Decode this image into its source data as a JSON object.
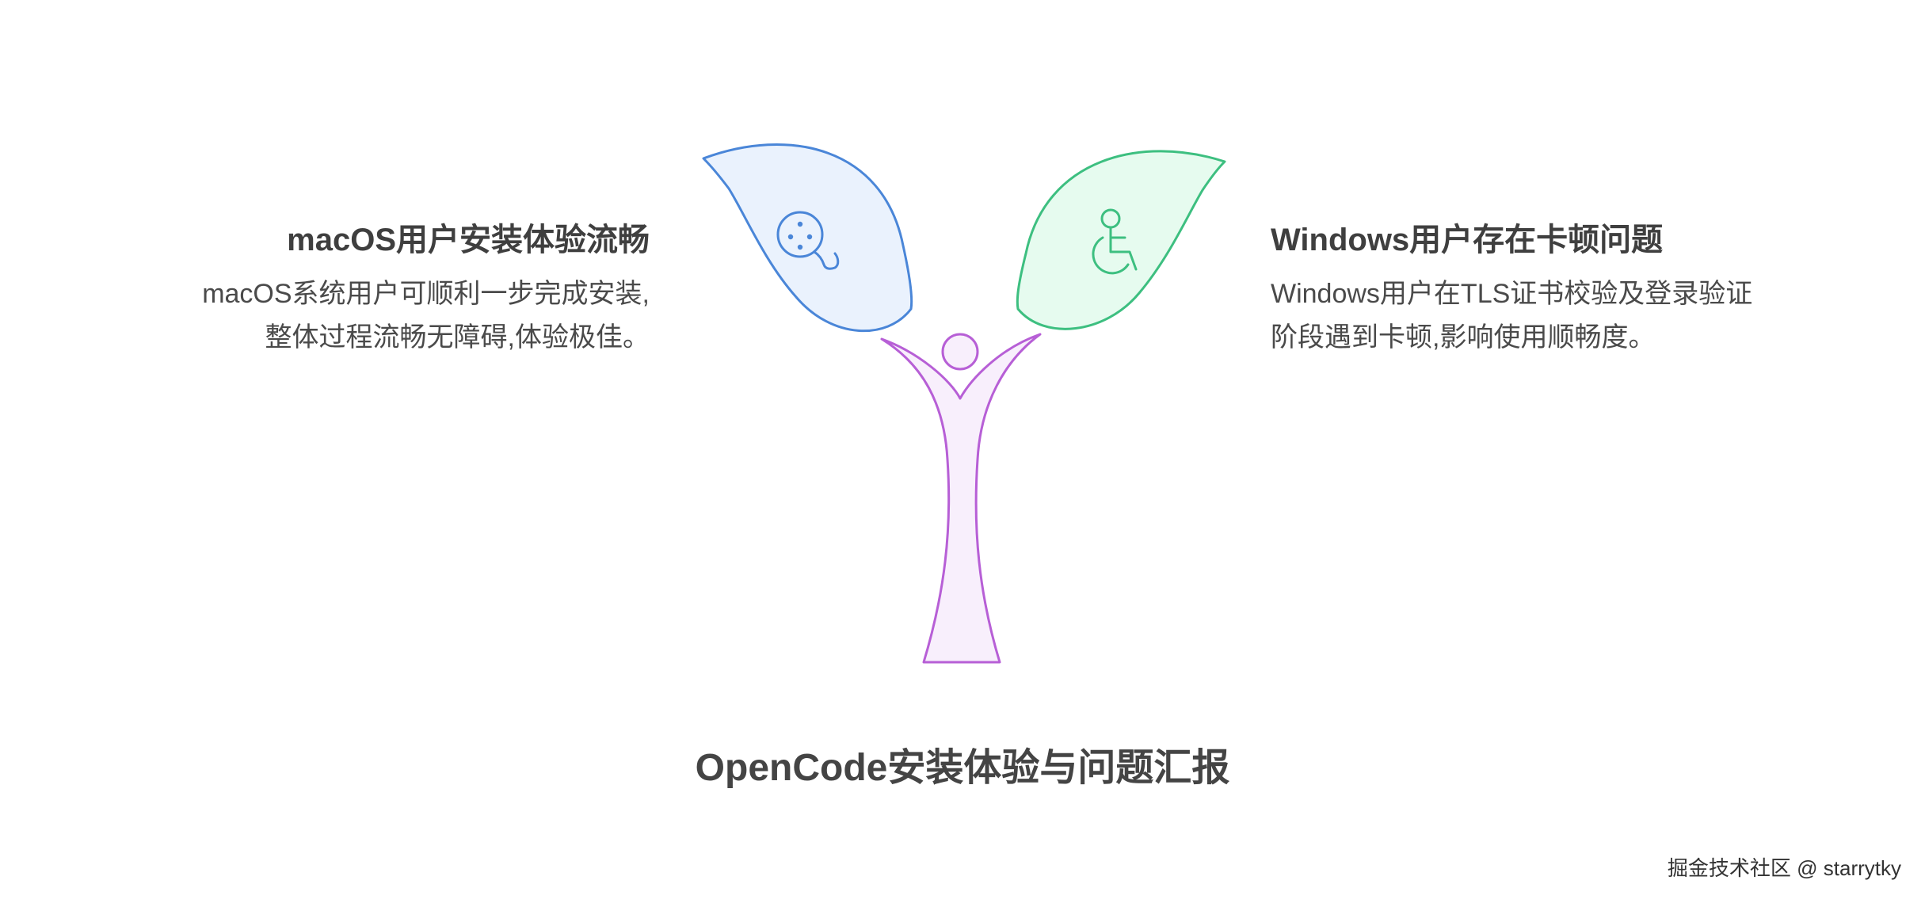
{
  "title": "OpenCode安装体验与问题汇报",
  "left": {
    "heading": "macOS用户安装体验流畅",
    "lines": [
      "macOS系统用户可顺利一步完成安装,",
      "整体过程流畅无障碍,体验极佳。"
    ]
  },
  "right": {
    "heading": "Windows用户存在卡顿问题",
    "lines": [
      "Windows用户在TLS证书校验及登录验证",
      "阶段遇到卡顿,影响使用顺畅度。"
    ]
  },
  "icons": {
    "left_leaf": "film-reel-icon",
    "right_leaf": "wheelchair-icon"
  },
  "colors": {
    "blue_stroke": "#4a86d8",
    "blue_fill": "#eaf2fd",
    "green_stroke": "#3dbf80",
    "green_fill": "#e6fbef",
    "purple_stroke": "#b75fd6",
    "purple_fill": "#f8effc"
  },
  "watermark": "掘金技术社区 @ starrytky"
}
